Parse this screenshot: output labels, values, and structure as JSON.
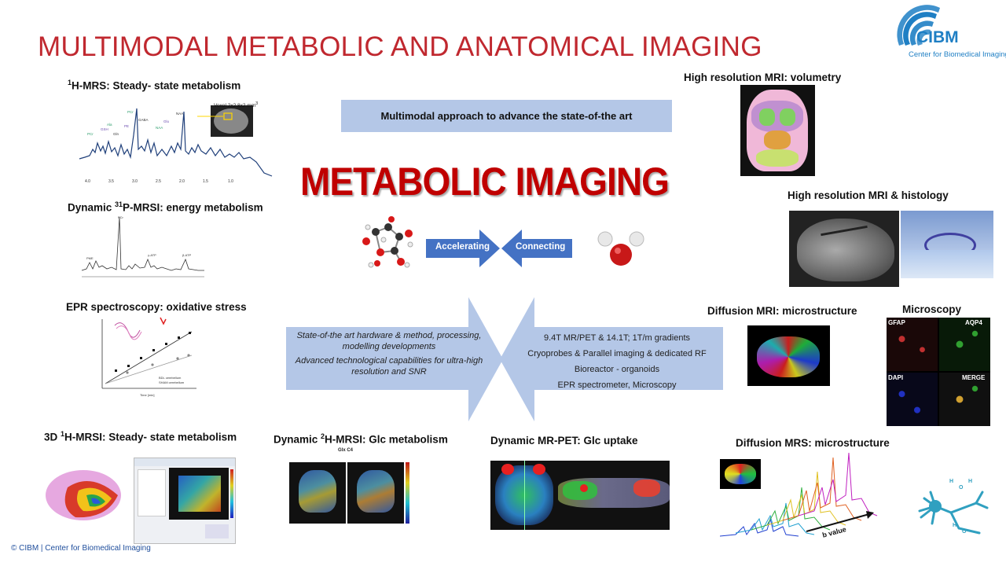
{
  "title": "MULTIMODAL METABOLIC AND ANATOMICAL IMAGING",
  "logo": {
    "name": "CIBM",
    "subtitle": "Center for Biomedical Imaging",
    "color": "#1f7fc4"
  },
  "labels": {
    "mrs": {
      "sup": "1",
      "text": "H-MRS: Steady- state metabolism"
    },
    "prsi": {
      "pre": "Dynamic ",
      "sup": "31",
      "text": "P-MRSI:  energy metabolism"
    },
    "epr": "EPR spectroscopy: oxidative stress",
    "mrsi3d": {
      "pre": "3D ",
      "sup": "1",
      "text": "H-MRSI: Steady- state metabolism"
    },
    "hmrsi": {
      "pre": "Dynamic ",
      "sup": "2",
      "text": "H-MRSI: Glc metabolism"
    },
    "mrpet": "Dynamic MR-PET: Glc uptake",
    "dmrs": "Diffusion MRS: microstructure",
    "volumetry": "High resolution MRI: volumetry",
    "histology": "High resolution MRI & histology",
    "dmri": "Diffusion MRI: microstructure",
    "microscopy": "Microscopy"
  },
  "voxel": {
    "pre": "Voxel 2x2.8x2 mm",
    "sup": "3"
  },
  "banner": "Multimodal approach to advance the state-of-the art",
  "headline": "METABOLIC IMAGING",
  "arrows": {
    "left": "Accelerating",
    "right": "Connecting"
  },
  "left_box": [
    "State-of-the art hardware & method, processing, modelling developments",
    "Advanced technological capabilities for ultra-high resolution and SNR"
  ],
  "right_box": [
    "9.4T MR/PET & 14.1T; 1T/m gradients",
    "Cryoprobes & Parallel imaging & dedicated RF",
    "Bioreactor - organoids",
    "EPR spectrometer, Microscopy"
  ],
  "micro_panels": [
    "GFAP",
    "AQP4",
    "DAPI",
    "MERGE"
  ],
  "glx_title": "Glx C4",
  "bvalue": "b value",
  "footer": "© CIBM | Center for Biomedical Imaging",
  "colors": {
    "title": "#c0282f",
    "headline": "#c00000",
    "banner_bg": "#b4c7e7",
    "arrow_fill": "#4472c4",
    "box_fill": "#b4c7e7"
  }
}
